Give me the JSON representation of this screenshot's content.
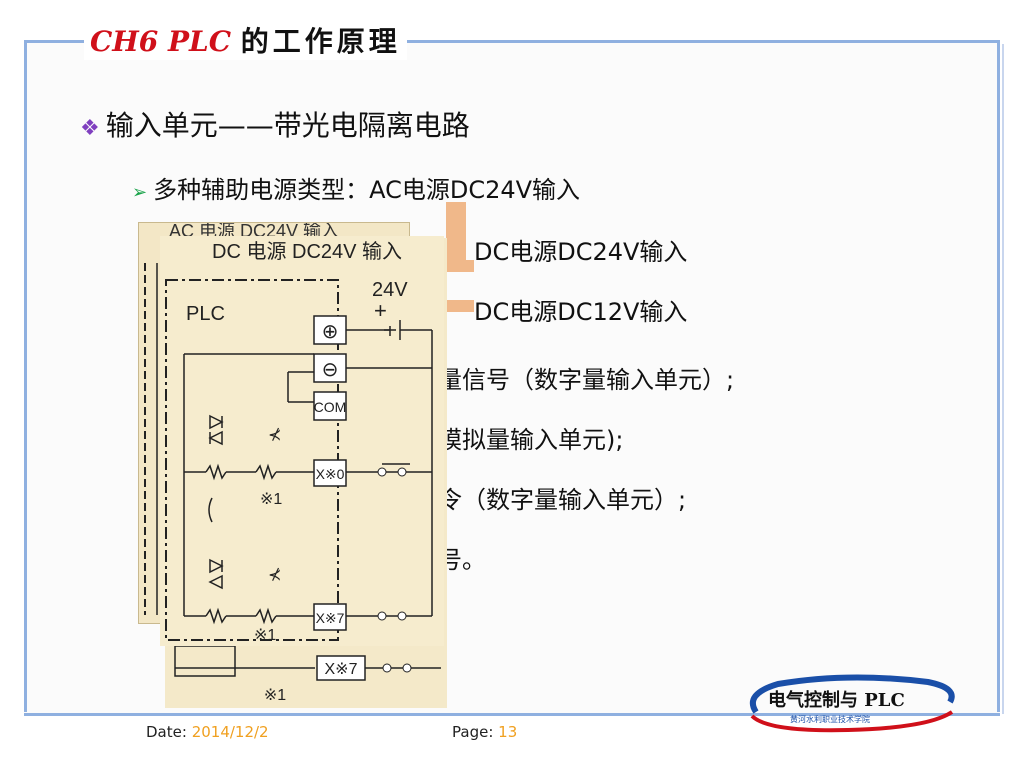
{
  "header": {
    "title_code": "CH6 PLC",
    "title_cn": "的工作原理"
  },
  "main": {
    "heading": "输入单元——带光电隔离电路",
    "heading_bullet": "❖",
    "sub_bullet": "➢",
    "power_types": "多种辅助电源类型：AC电源DC24V输入",
    "types_right": [
      "DC电源DC24V输入",
      "DC电源DC12V输入"
    ],
    "items_partial": [
      "量信号（数字量输入单元）;",
      "模拟量输入单元);",
      "令（数字量输入单元）;",
      "号。"
    ]
  },
  "diagram": {
    "back_label": "AC 电源 DC24V 输入",
    "front_label": "DC 电源 DC24V 输入",
    "plc_label": "PLC",
    "voltage": "24V",
    "plus": "+",
    "terminal_plus": "⊕",
    "terminal_minus": "⊖",
    "terminal_com": "COM",
    "terminal_x0": "X※0",
    "terminal_x7": "X※7",
    "note": "※1"
  },
  "footer": {
    "date_label": "Date:",
    "date_value": "2014/12/2",
    "page_label": "Page:",
    "page_value": "13"
  },
  "logo": {
    "title": "电气控制与 PLC",
    "subtitle": "黄河水利职业技术学院"
  },
  "colors": {
    "frame": "#8fb0e0",
    "title_red": "#d0101a",
    "footer_value": "#f0a020",
    "arrow_green": "#1aa34a"
  }
}
